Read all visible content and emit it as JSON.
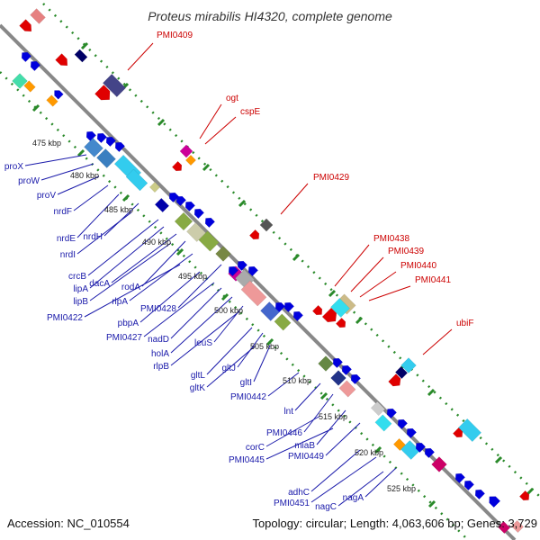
{
  "title": "Proteus mirabilis HI4320, complete genome",
  "accession": "Accession: NC_010554",
  "summary": "Topology: circular; Length: 4,063,606 bp; Genes: 3,729",
  "colors": {
    "forward_label": "#cc0000",
    "reverse_label": "#1a1aaa",
    "forward_feature": "#e00000",
    "reverse_feature": "#0000dd",
    "guide": "#2a8a2a",
    "backbone": "#888888"
  },
  "scale_ticks": [
    "475 kbp",
    "480 kbp",
    "485 kbp",
    "490 kbp",
    "495 kbp",
    "500 kbp",
    "505 kbp",
    "510 kbp",
    "515 kbp",
    "520 kbp",
    "525 kbp"
  ],
  "forward_labels": [
    "PMI0409",
    "ogt",
    "cspE",
    "PMI0429",
    "PMI0438",
    "PMI0439",
    "PMI0440",
    "PMI0441",
    "ubiF"
  ],
  "reverse_labels": [
    "proX",
    "proW",
    "proV",
    "nrdF",
    "nrdE",
    "nrdH",
    "nrdI",
    "crcB",
    "lipA",
    "dacA",
    "rodA",
    "lipB",
    "rlpA",
    "PMI0422",
    "pbpA",
    "PMI0428",
    "PMI0427",
    "nadD",
    "holA",
    "leuS",
    "rlpB",
    "gltL",
    "gltJ",
    "gltK",
    "gltI",
    "PMI0442",
    "lnt",
    "PMI0446",
    "miaB",
    "corC",
    "PMI0445",
    "PMI0449",
    "adhC",
    "PMI0451",
    "nagC",
    "nagA"
  ]
}
